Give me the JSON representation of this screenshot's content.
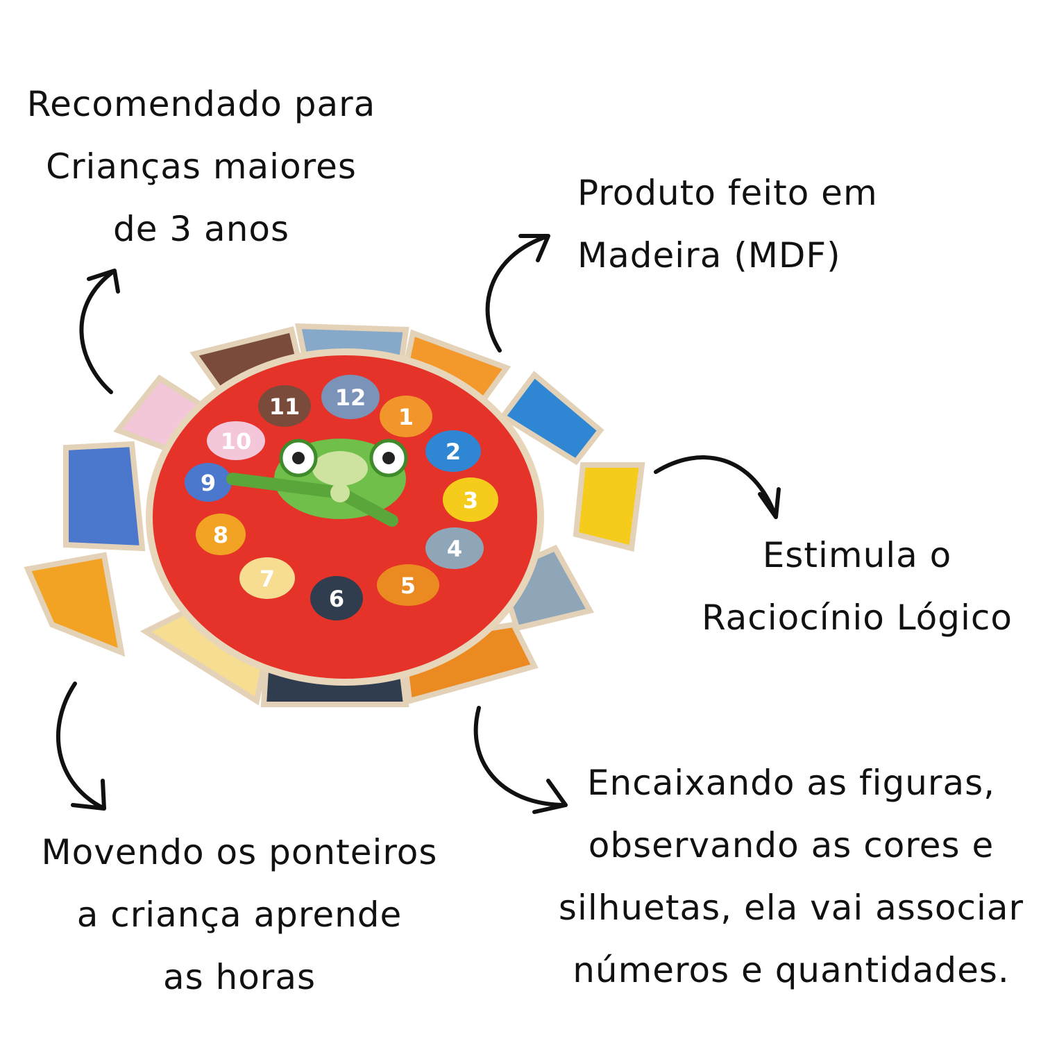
{
  "captions": {
    "age": [
      "Recomendado para",
      "Crianças maiores",
      "de 3 anos"
    ],
    "material": [
      "Produto feito em",
      "Madeira (MDF)"
    ],
    "logic": [
      "Estimula o",
      "Raciocínio Lógico"
    ],
    "hours": [
      "Movendo os ponteiros",
      "a criança aprende",
      "as horas"
    ],
    "fit": [
      "Encaixando as figuras,",
      "observando as cores e",
      "silhuetas, ela vai associar",
      "números e quantidades."
    ]
  },
  "clock": {
    "numbers": [
      "12",
      "1",
      "2",
      "3",
      "4",
      "5",
      "6",
      "7",
      "8",
      "9",
      "10",
      "11"
    ],
    "face_color": "#e5332a",
    "frog_color": "#6fbf4a"
  }
}
